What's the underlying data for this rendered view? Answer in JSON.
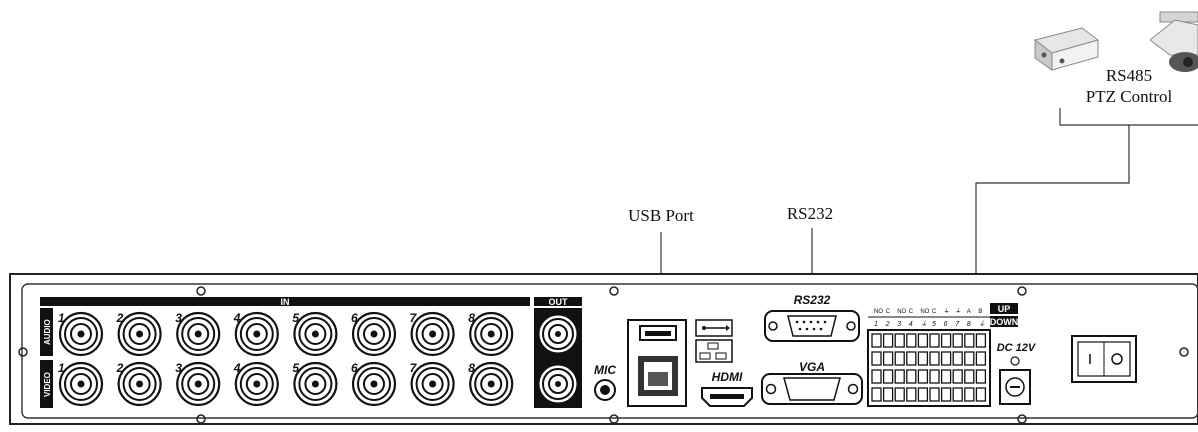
{
  "callouts": {
    "rs485_line1": "RS485",
    "rs485_line2": "PTZ Control",
    "usb_port": "USB Port",
    "rs232": "RS232"
  },
  "panel": {
    "in_label": "IN",
    "out_label": "OUT",
    "audio_label": "AUDIO",
    "video_label": "VIDEO",
    "channel_numbers": [
      "1",
      "2",
      "3",
      "4",
      "5",
      "6",
      "7",
      "8"
    ],
    "mic_label": "MIC",
    "hdmi_label": "HDMI",
    "rs232_label": "RS232",
    "vga_label": "VGA",
    "up_label": "UP",
    "down_label": "DOWN",
    "dc_label": "DC 12V",
    "terminal_numbers": [
      "1",
      "2",
      "3",
      "4",
      "⏚",
      "5",
      "6",
      "7",
      "8",
      "⏚"
    ],
    "terminal_top": [
      "NO",
      "C",
      "NO",
      "C",
      "NO",
      "C",
      "⏚",
      "⏚",
      "A",
      "B"
    ]
  },
  "icons": {
    "usb": "usb-icon",
    "network": "network-icon",
    "power": "power-switch-icon"
  }
}
